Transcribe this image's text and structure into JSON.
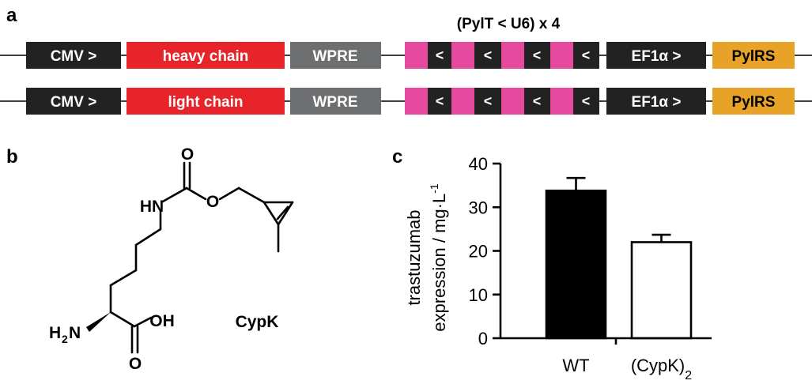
{
  "panel_a": {
    "letter": "a",
    "cassette_title": "(PylT < U6) x 4",
    "rows": [
      {
        "promoter": "CMV >",
        "gene": "heavy chain",
        "element": "WPRE",
        "arrows": [
          "<",
          "<",
          "<",
          "<"
        ],
        "promoter2": "EF1α >",
        "synthetase": "PylRS"
      },
      {
        "promoter": "CMV >",
        "gene": "light chain",
        "element": "WPRE",
        "arrows": [
          "<",
          "<",
          "<",
          "<"
        ],
        "promoter2": "EF1α >",
        "synthetase": "PylRS"
      }
    ],
    "colors": {
      "black_box": "#222222",
      "gene_red": "#e8242b",
      "wpre_gray": "#6d6e70",
      "pylt_pink": "#e64a9e",
      "pylrs_orange": "#e8a228"
    }
  },
  "panel_b": {
    "letter": "b",
    "atoms": {
      "o_top": "O",
      "hn": "HN",
      "o_ester": "O",
      "oh": "OH",
      "h2n_main": "H",
      "h2n_sub": "2",
      "h2n_n": "N",
      "o_bottom": "O"
    },
    "compound_name": "CypK"
  },
  "panel_c": {
    "letter": "c",
    "chart_data": {
      "type": "bar",
      "categories": [
        "WT",
        "(CypK)2"
      ],
      "category_labels": [
        {
          "main": "WT",
          "sub": ""
        },
        {
          "main": "(CypK)",
          "sub": "2"
        }
      ],
      "values": [
        33.8,
        22.0
      ],
      "error_upper": [
        2.9,
        1.7
      ],
      "bar_colors": [
        "#000000",
        "#ffffff"
      ],
      "ylabel_line1": "trastuzumab",
      "ylabel_line2": "expression / mg·L",
      "ylabel_sup": "-1",
      "ylim": [
        0,
        40
      ],
      "yticks": [
        0,
        10,
        20,
        30,
        40
      ],
      "ytick_labels": [
        "0",
        "10",
        "20",
        "30",
        "40"
      ]
    }
  }
}
